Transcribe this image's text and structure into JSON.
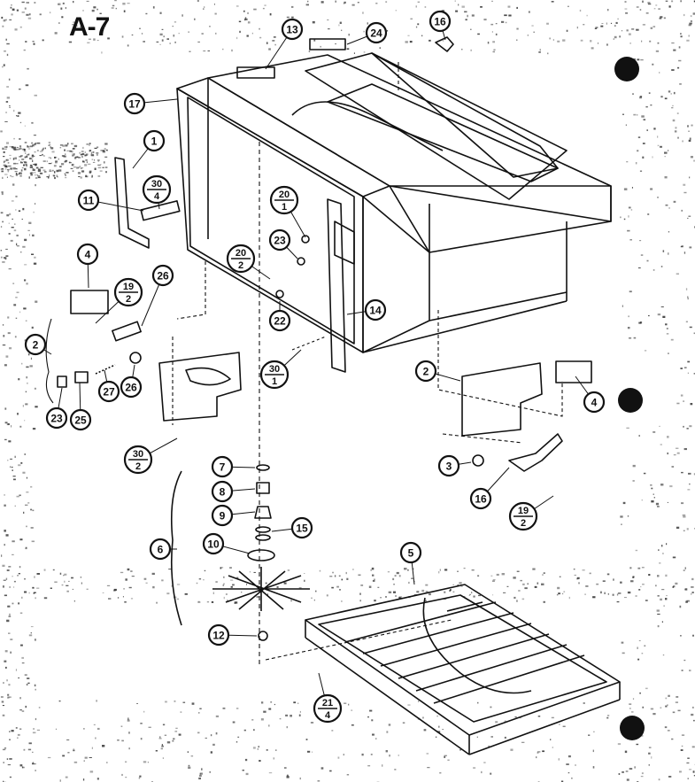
{
  "page_label": "A-7",
  "callouts": {
    "c1": "1",
    "c2a": "2",
    "c2b": "2",
    "c3": "3",
    "c4a": "4",
    "c4b": "4",
    "c5": "5",
    "c6": "6",
    "c7": "7",
    "c8": "8",
    "c9": "9",
    "c10": "10",
    "c11": "11",
    "c12": "12",
    "c13": "13",
    "c14": "14",
    "c15": "15",
    "c16a": "16",
    "c16b": "16",
    "c17": "17",
    "c22": "22",
    "c23a": "23",
    "c23b": "23",
    "c24": "24",
    "c25": "25",
    "c26a": "26",
    "c26b": "26",
    "c27": "27"
  },
  "fractions": {
    "f30_4": {
      "num": "30",
      "den": "4"
    },
    "f19_2a": {
      "num": "19",
      "den": "2"
    },
    "f20_1": {
      "num": "20",
      "den": "1"
    },
    "f20_2": {
      "num": "20",
      "den": "2"
    },
    "f30_1": {
      "num": "30",
      "den": "1"
    },
    "f30_2": {
      "num": "30",
      "den": "2"
    },
    "f19_2b": {
      "num": "19",
      "den": "2"
    },
    "f21_4": {
      "num": "21",
      "den": "4"
    }
  },
  "colors": {
    "ink": "#111111",
    "paper": "#ffffff",
    "noise": "#2a2a2a"
  }
}
